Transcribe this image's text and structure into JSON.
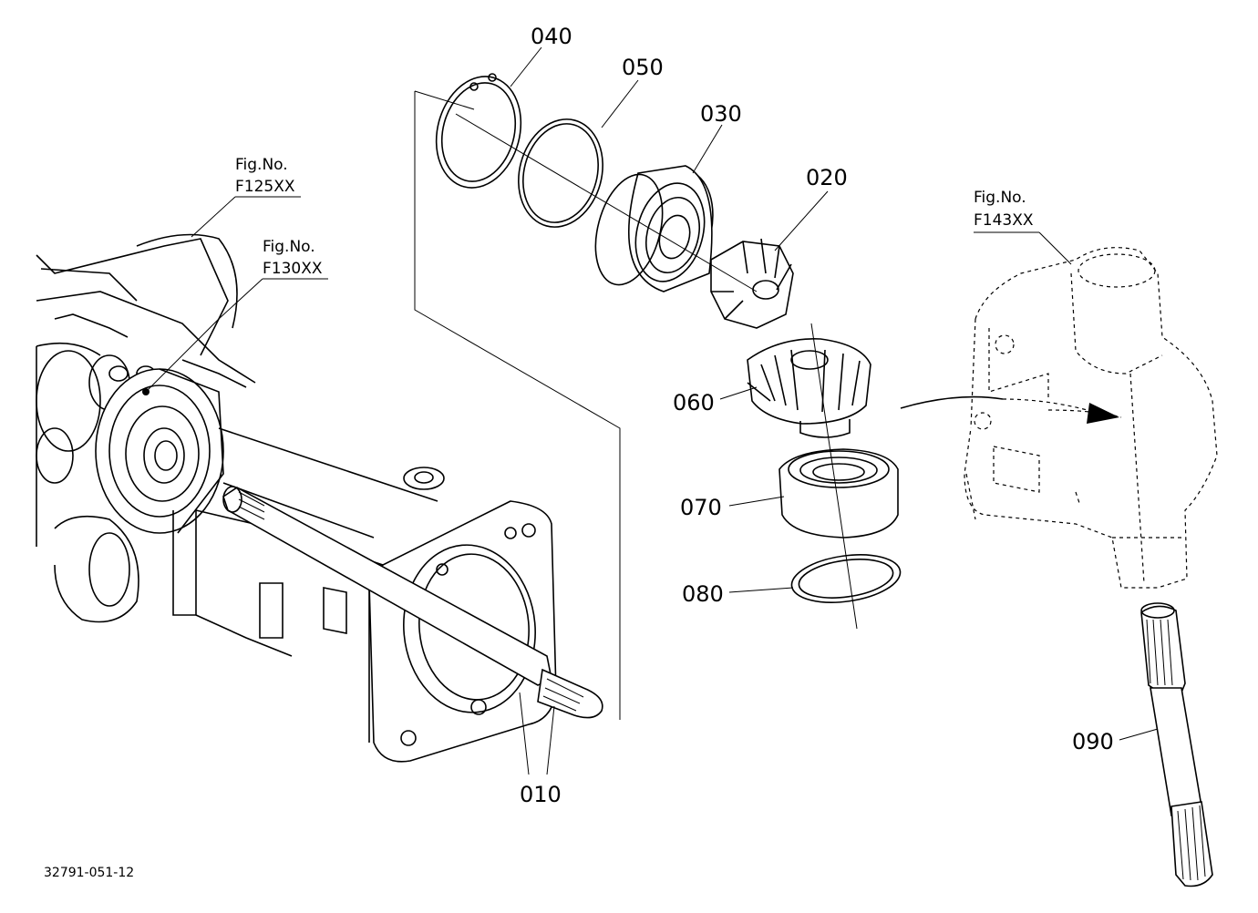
{
  "diagram": {
    "drawing_code": "32791-051-12",
    "figure_refs": [
      {
        "label": "Fig.No.",
        "code": "F125XX"
      },
      {
        "label": "Fig.No.",
        "code": "F130XX"
      },
      {
        "label": "Fig.No.",
        "code": "F143XX"
      }
    ],
    "parts": [
      {
        "number": "040"
      },
      {
        "number": "050"
      },
      {
        "number": "030"
      },
      {
        "number": "020"
      },
      {
        "number": "060"
      },
      {
        "number": "070"
      },
      {
        "number": "080"
      },
      {
        "number": "010"
      },
      {
        "number": "090"
      }
    ]
  }
}
